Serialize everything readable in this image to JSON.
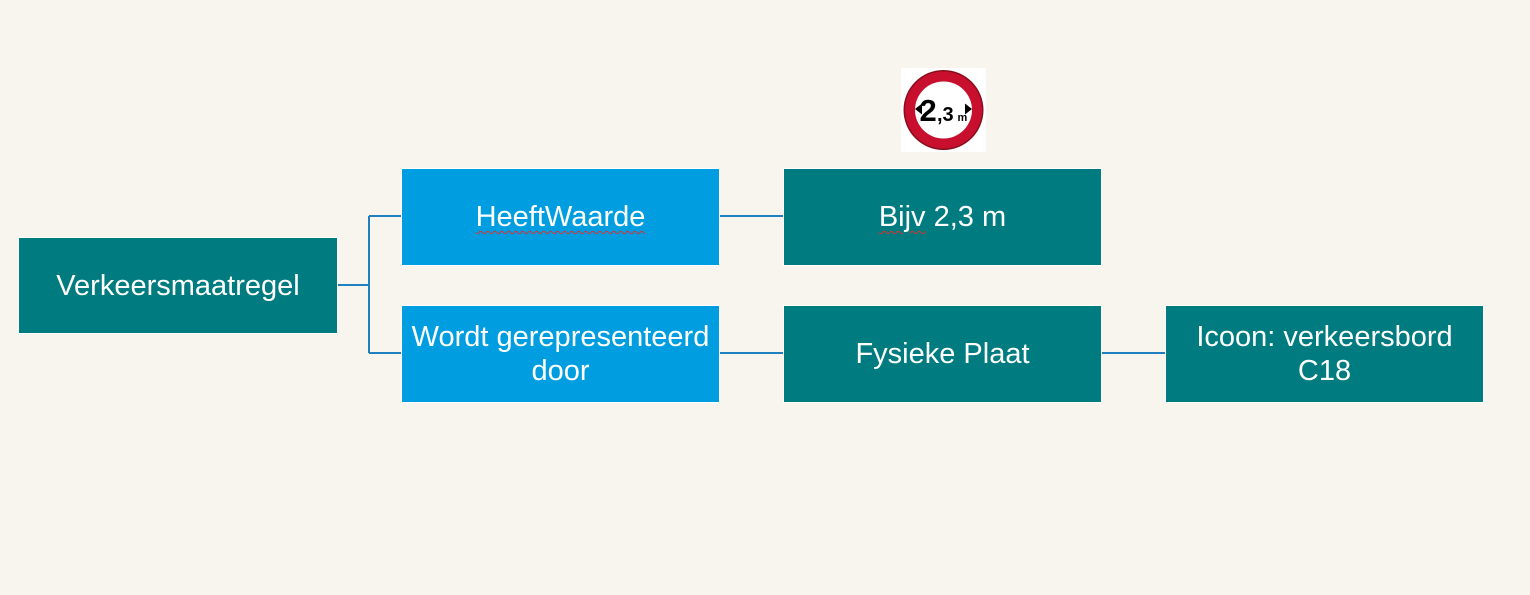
{
  "diagram": {
    "root": {
      "label": "Verkeersmaatregel"
    },
    "relations": [
      {
        "label": "HeeftWaarde"
      },
      {
        "label": "Wordt gerepresenteerd door"
      }
    ],
    "values": [
      {
        "prefix": "Bijv",
        "rest": " 2,3 m"
      },
      {
        "label": "Fysieke Plaat"
      }
    ],
    "icon_node": {
      "label": "Icoon: verkeersbord C18"
    },
    "sign": {
      "name": "traffic-sign-c18-icon",
      "text_main": "2",
      "text_decimal": ",3",
      "text_unit": "m"
    },
    "colors": {
      "teal": "#007b7f",
      "blue": "#009ee0",
      "connector": "#1f7fbf",
      "background": "#f8f5ef",
      "sign_red": "#c8102e"
    }
  }
}
